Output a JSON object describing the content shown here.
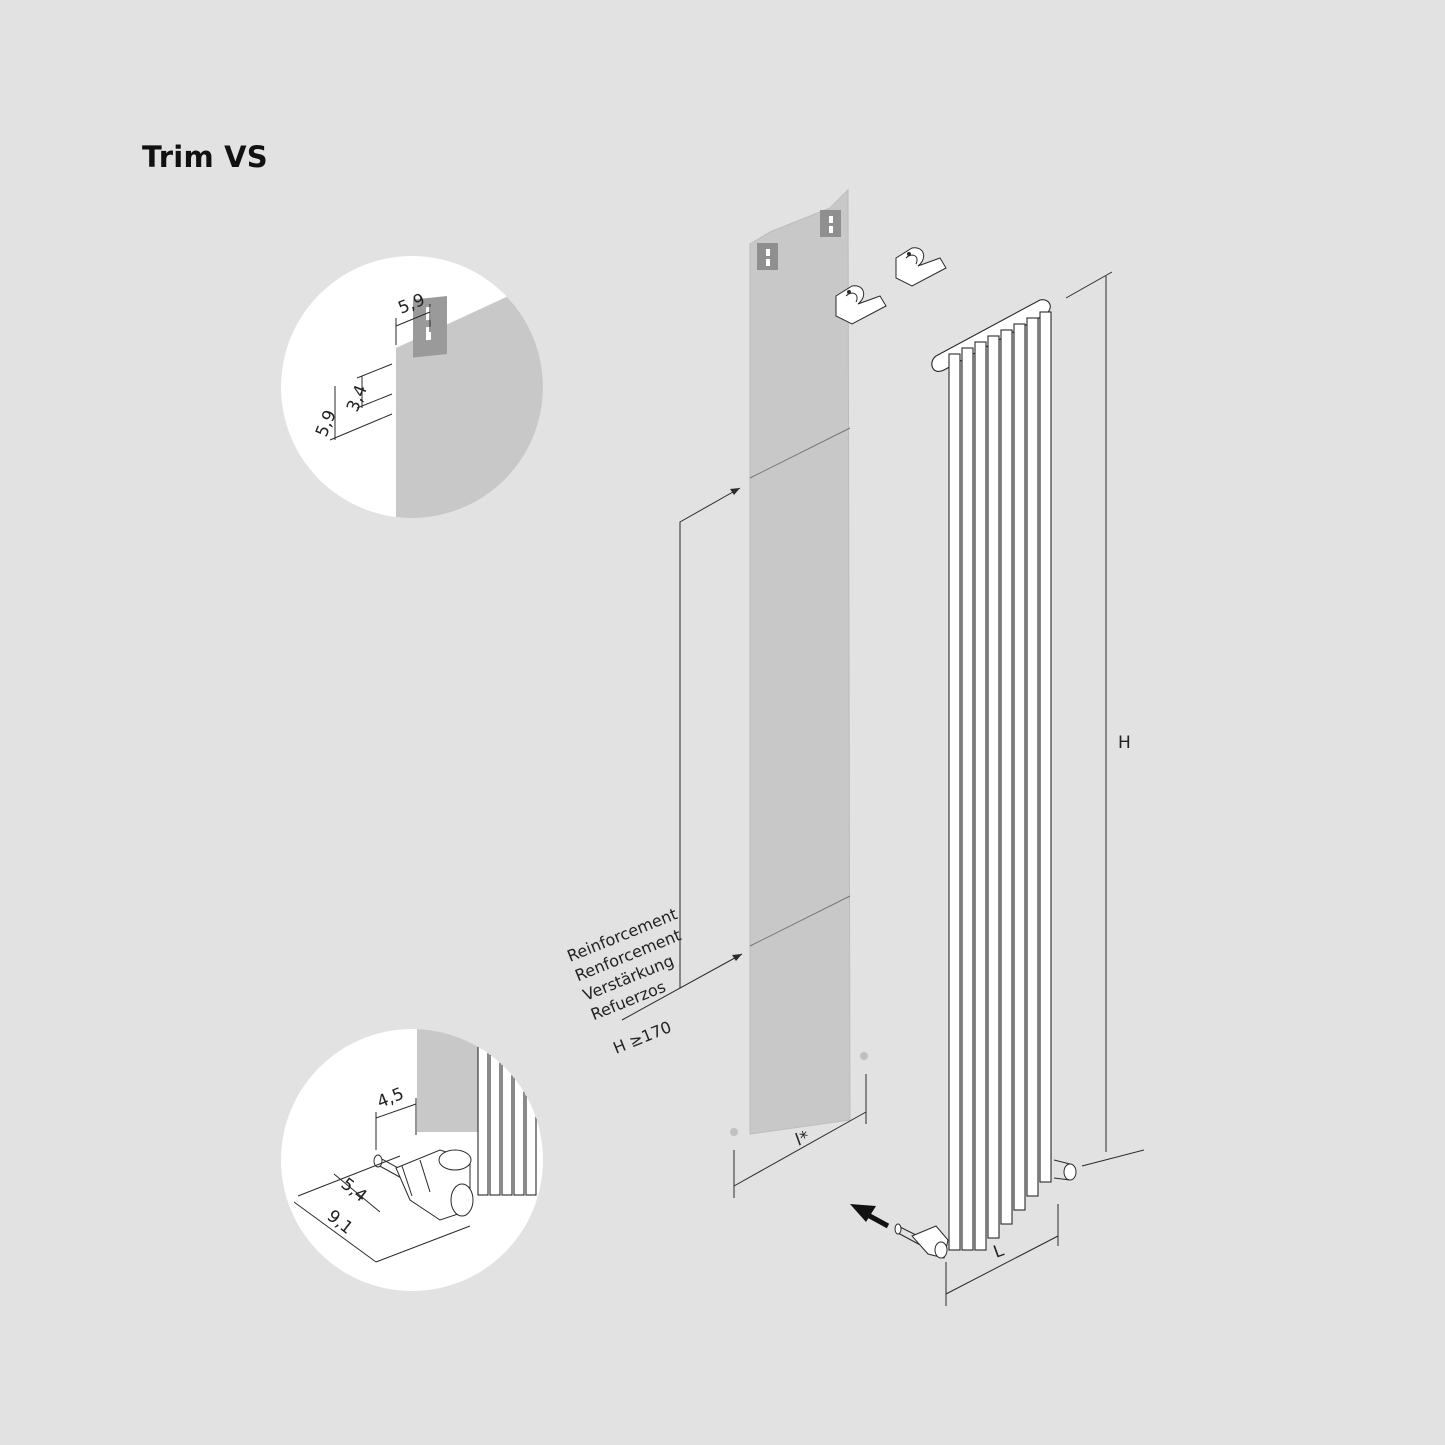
{
  "title": "Trim VS",
  "detail_top": {
    "width_label": "5,9",
    "height_label": "5,9",
    "slot_label": "3,4"
  },
  "detail_bottom": {
    "gap_label": "4,5",
    "valve_label": "5,4",
    "depth_label": "9,1"
  },
  "panel": {
    "reinforcement_labels": [
      "Reinforcement",
      "Renforcement",
      "Verstärkung",
      "Refuerzos"
    ],
    "condition_label": "H ≥170",
    "width_label": "l*"
  },
  "radiator": {
    "height_label": "H",
    "length_label": "L"
  },
  "colors": {
    "background": "#e2e2e2",
    "panel": "#c8c8c8",
    "circle": "#ffffff",
    "line": "#2a2a2a"
  }
}
